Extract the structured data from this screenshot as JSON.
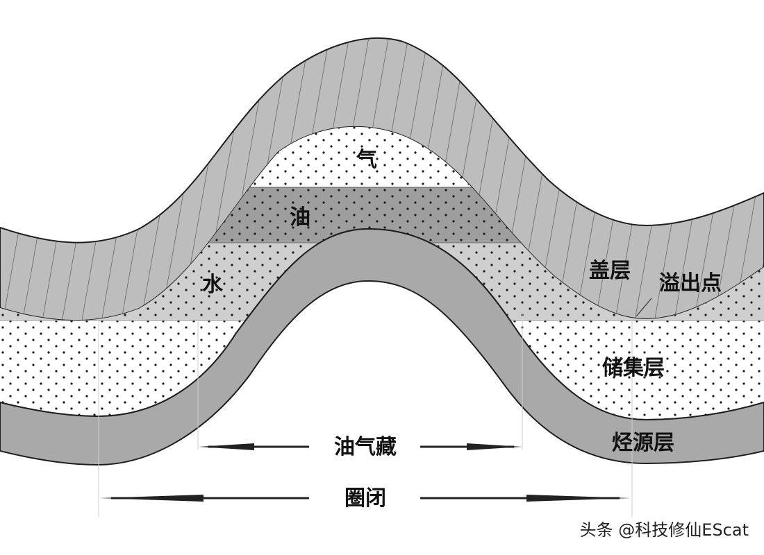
{
  "labels": {
    "gas": "气",
    "oil": "油",
    "water": "水",
    "cap_layer": "盖层",
    "spill_point": "溢出点",
    "reservoir_layer": "储集层",
    "source_layer": "烃源层",
    "reservoir_span": "油气藏",
    "trap_span": "圈闭"
  },
  "watermark": "头条 @科技修仙EScat",
  "colors": {
    "cap": "#bdbdbd",
    "source": "#a9a9a9",
    "oil_band": "#9e9e9e",
    "water_band": "#cfcfcf",
    "dots": "#1a1a1a",
    "outline": "#1e1e1e"
  }
}
